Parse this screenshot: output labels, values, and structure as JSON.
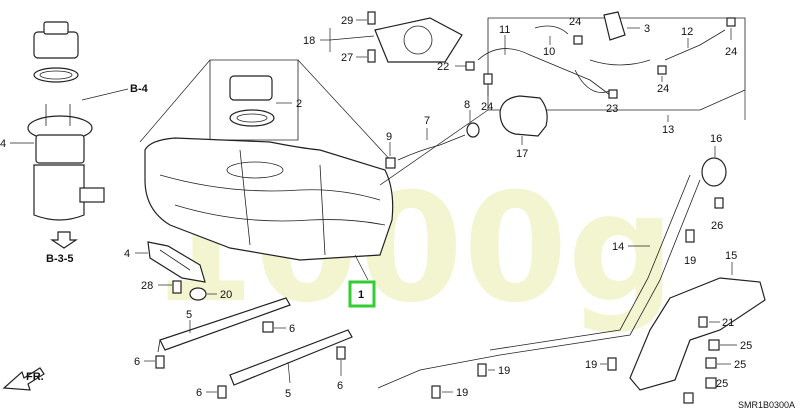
{
  "colors": {
    "callout_highlight": "#33cc33",
    "watermark": "#eef2c0"
  },
  "labels": {
    "p1": "1",
    "p2": "2",
    "p3": "3",
    "p4a": "4",
    "p4b": "4",
    "p5a": "5",
    "p5b": "5",
    "p6a": "6",
    "p6b": "6",
    "p6c": "6",
    "p6d": "6",
    "p7": "7",
    "p8": "8",
    "p9": "9",
    "p10": "10",
    "p11": "11",
    "p12": "12",
    "p13": "13",
    "p14": "14",
    "p15": "15",
    "p16": "16",
    "p17": "17",
    "p18": "18",
    "p19a": "19",
    "p19b": "19",
    "p19c": "19",
    "p19d": "19",
    "p20": "20",
    "p21": "21",
    "p22": "22",
    "p23": "23",
    "p24a": "24",
    "p24b": "24",
    "p24c": "24",
    "p24d": "24",
    "p25a": "25",
    "p25b": "25",
    "p25c": "25",
    "p26": "26",
    "p27": "27",
    "p28": "28",
    "p29": "29"
  },
  "refs": {
    "b4": "B-4",
    "b35": "B-3-5",
    "fr": "FR.",
    "code": "SMR1B0300A"
  }
}
